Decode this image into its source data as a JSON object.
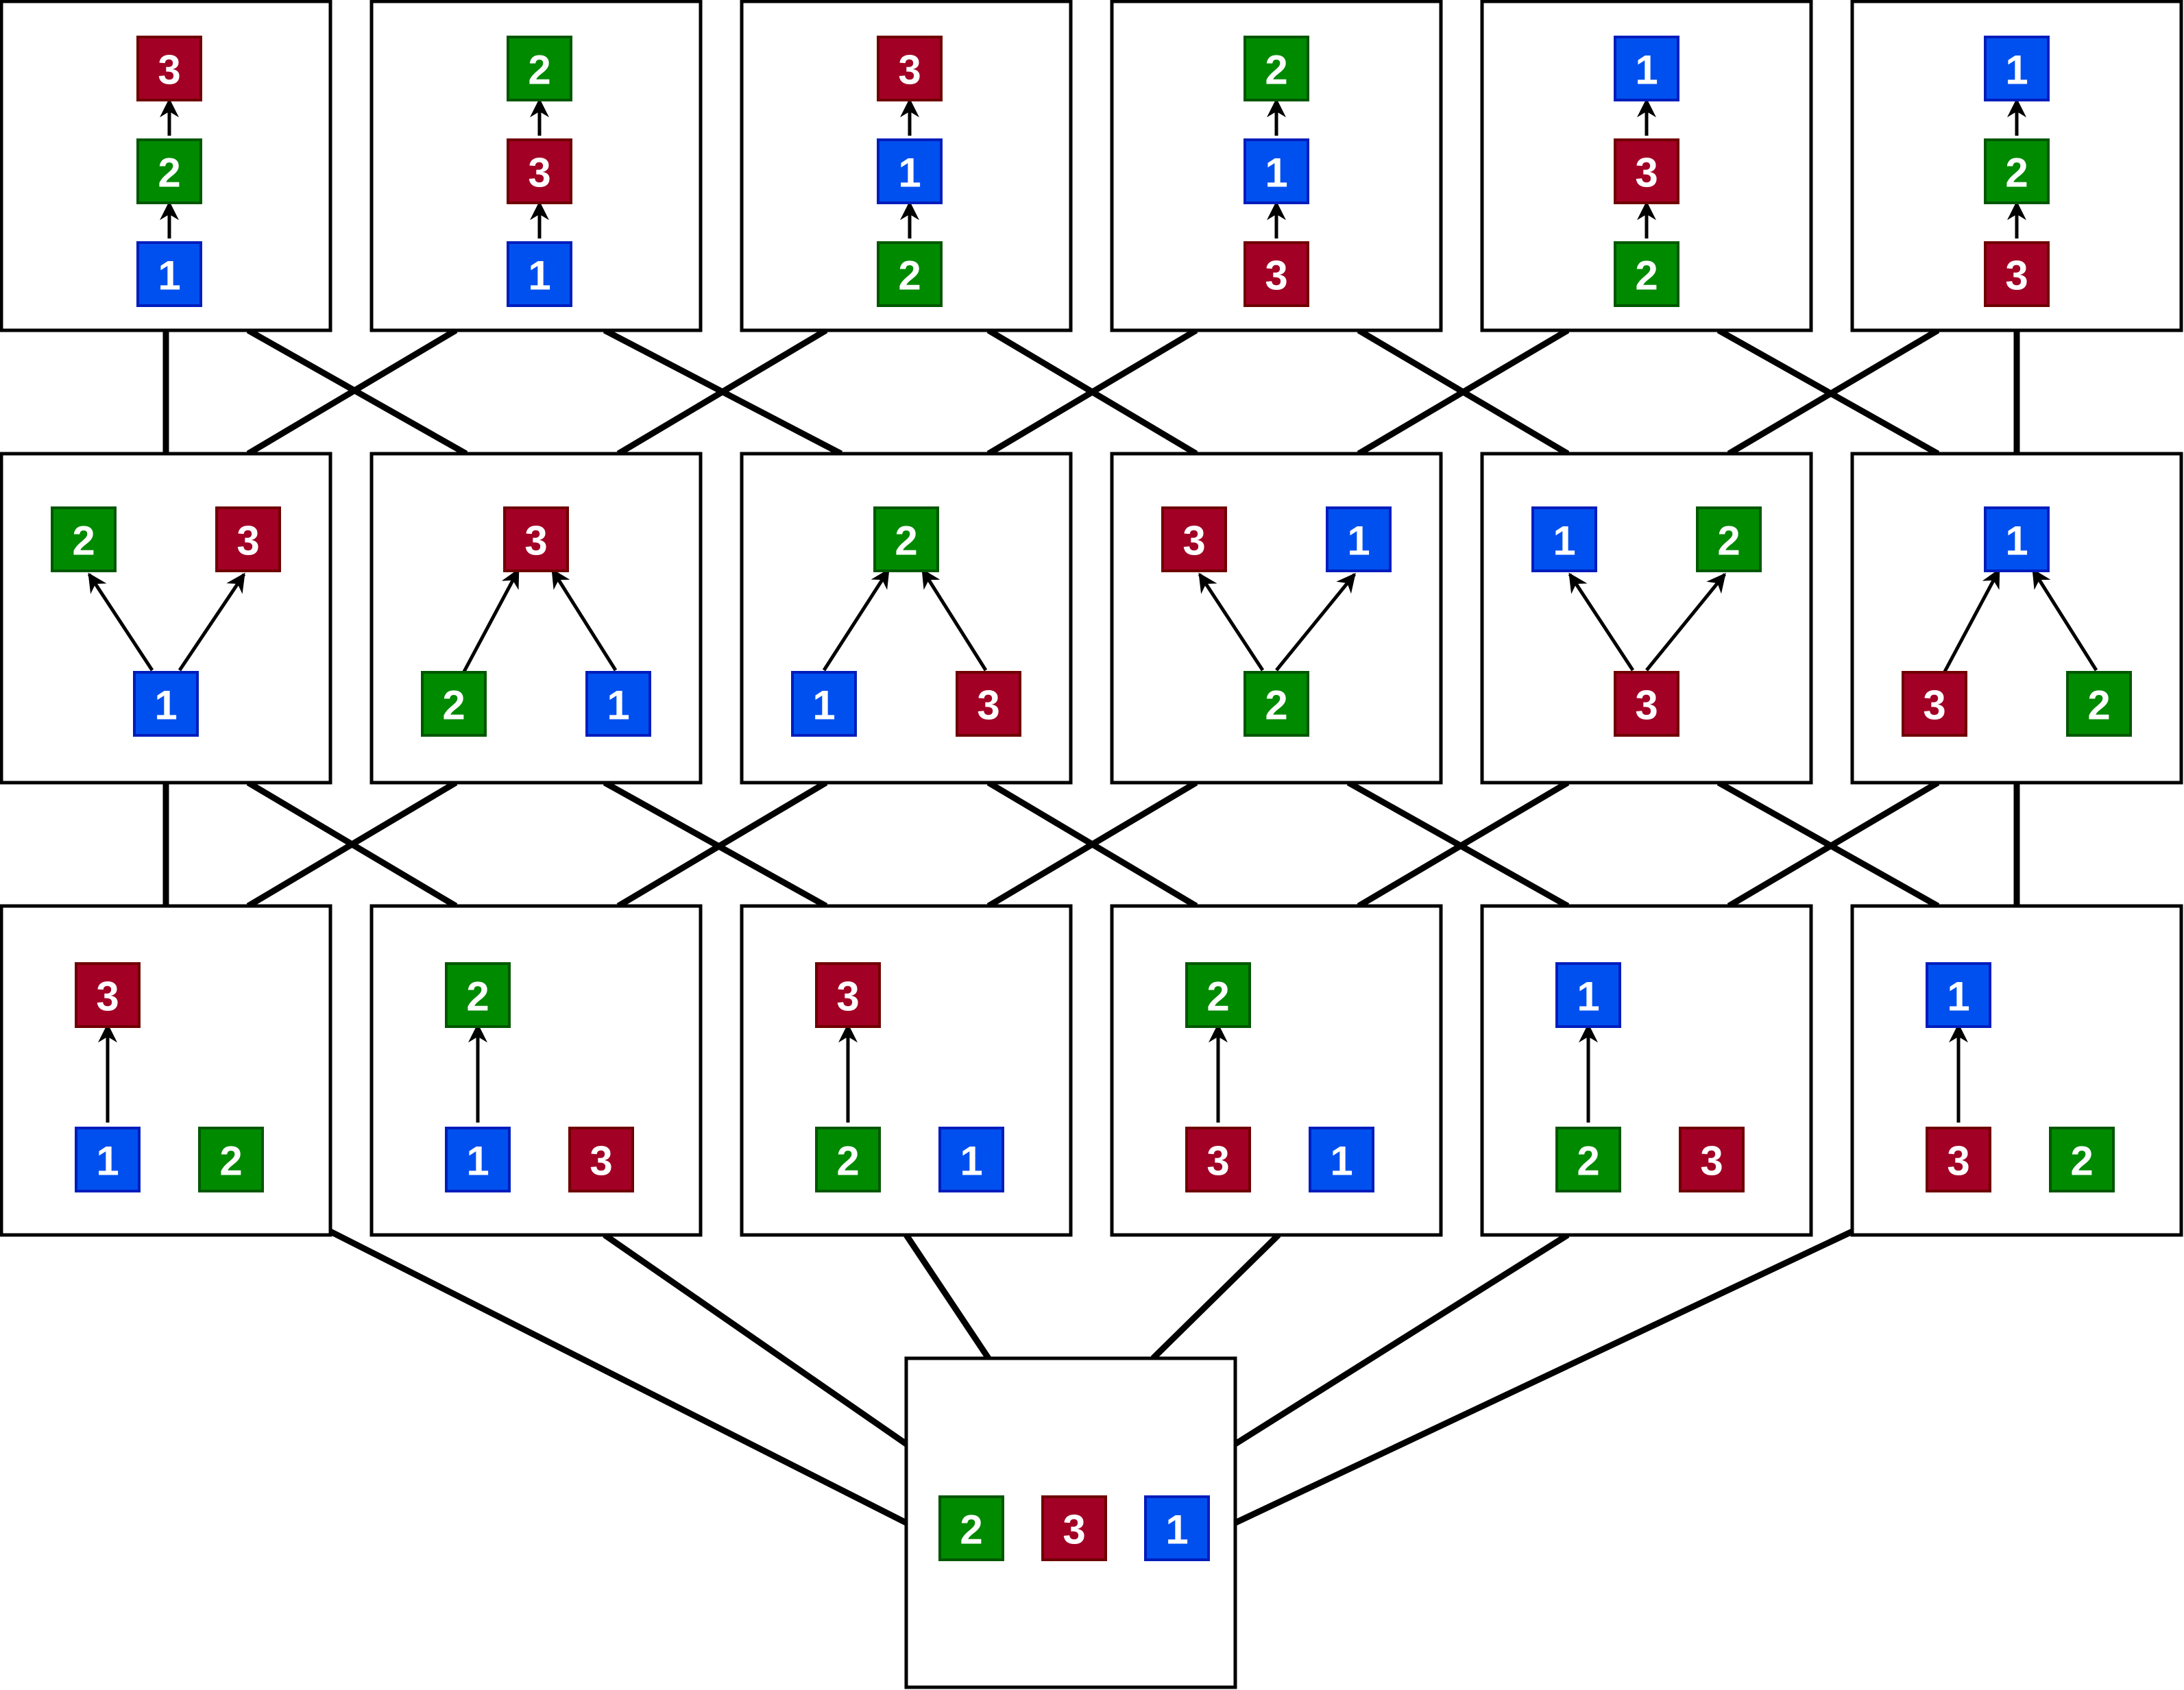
{
  "colors": {
    "1": {
      "fill": "#0050ef",
      "stroke": "#001dbc"
    },
    "2": {
      "fill": "#008a00",
      "stroke": "#005700"
    },
    "3": {
      "fill": "#a20025",
      "stroke": "#6f0000"
    }
  },
  "panels": [
    {
      "id": "t1",
      "nodes": [
        {
          "label": "3"
        },
        {
          "label": "2"
        },
        {
          "label": "1"
        }
      ]
    },
    {
      "id": "t2",
      "nodes": [
        {
          "label": "2"
        },
        {
          "label": "3"
        },
        {
          "label": "1"
        }
      ]
    },
    {
      "id": "t3",
      "nodes": [
        {
          "label": "3"
        },
        {
          "label": "1"
        },
        {
          "label": "2"
        }
      ]
    },
    {
      "id": "t4",
      "nodes": [
        {
          "label": "2"
        },
        {
          "label": "1"
        },
        {
          "label": "3"
        }
      ]
    },
    {
      "id": "t5",
      "nodes": [
        {
          "label": "1"
        },
        {
          "label": "3"
        },
        {
          "label": "2"
        }
      ]
    },
    {
      "id": "t6",
      "nodes": [
        {
          "label": "1"
        },
        {
          "label": "2"
        },
        {
          "label": "3"
        }
      ]
    },
    {
      "id": "m1",
      "nodes": [
        {
          "label": "2"
        },
        {
          "label": "3"
        },
        {
          "label": "1"
        }
      ]
    },
    {
      "id": "m2",
      "nodes": [
        {
          "label": "3"
        },
        {
          "label": "2"
        },
        {
          "label": "1"
        }
      ]
    },
    {
      "id": "m3",
      "nodes": [
        {
          "label": "2"
        },
        {
          "label": "1"
        },
        {
          "label": "3"
        }
      ]
    },
    {
      "id": "m4",
      "nodes": [
        {
          "label": "3"
        },
        {
          "label": "1"
        },
        {
          "label": "2"
        }
      ]
    },
    {
      "id": "m5",
      "nodes": [
        {
          "label": "1"
        },
        {
          "label": "2"
        },
        {
          "label": "3"
        }
      ]
    },
    {
      "id": "m6",
      "nodes": [
        {
          "label": "1"
        },
        {
          "label": "3"
        },
        {
          "label": "2"
        }
      ]
    },
    {
      "id": "l1",
      "nodes": [
        {
          "label": "3"
        },
        {
          "label": "1"
        },
        {
          "label": "2"
        }
      ]
    },
    {
      "id": "l2",
      "nodes": [
        {
          "label": "2"
        },
        {
          "label": "1"
        },
        {
          "label": "3"
        }
      ]
    },
    {
      "id": "l3",
      "nodes": [
        {
          "label": "3"
        },
        {
          "label": "2"
        },
        {
          "label": "1"
        }
      ]
    },
    {
      "id": "l4",
      "nodes": [
        {
          "label": "2"
        },
        {
          "label": "3"
        },
        {
          "label": "1"
        }
      ]
    },
    {
      "id": "l5",
      "nodes": [
        {
          "label": "1"
        },
        {
          "label": "2"
        },
        {
          "label": "3"
        }
      ]
    },
    {
      "id": "l6",
      "nodes": [
        {
          "label": "1"
        },
        {
          "label": "3"
        },
        {
          "label": "2"
        }
      ]
    },
    {
      "id": "b",
      "nodes": [
        {
          "label": "2"
        },
        {
          "label": "3"
        },
        {
          "label": "1"
        }
      ]
    }
  ]
}
